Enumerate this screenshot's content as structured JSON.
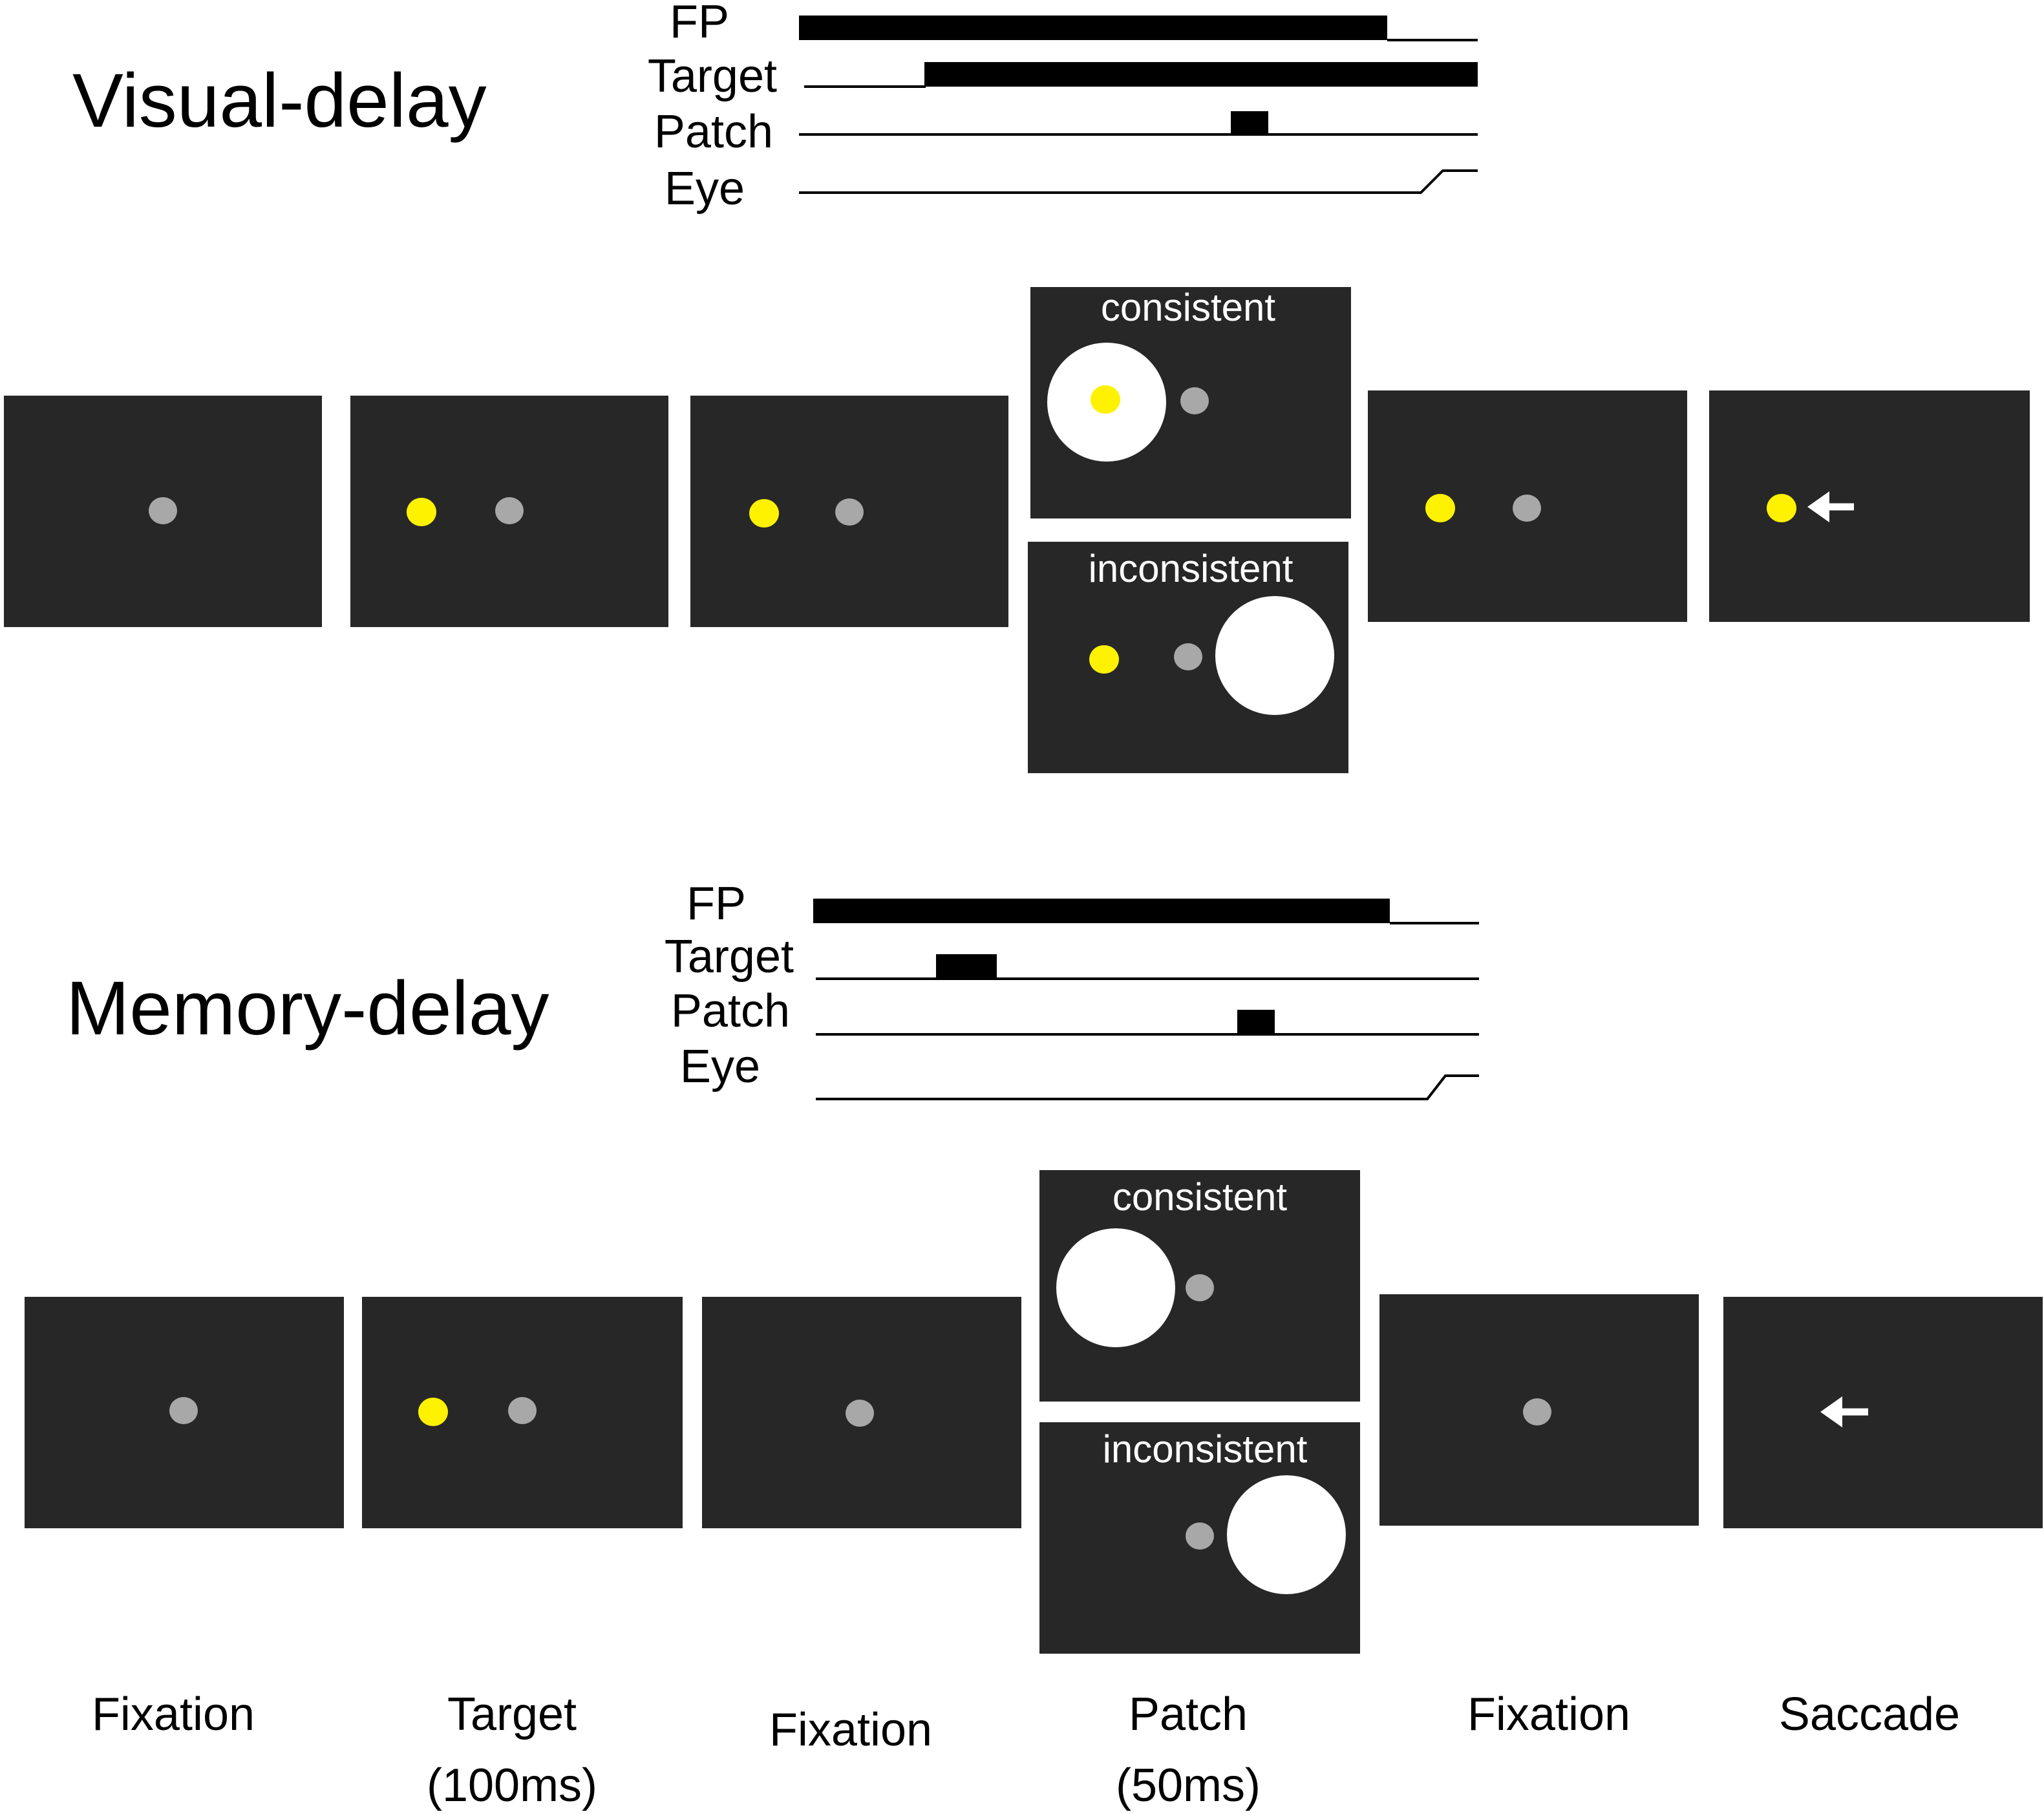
{
  "colors": {
    "background": "#ffffff",
    "screen": "#272727",
    "fixation_point": "#a8a8a8",
    "target": "#fff200",
    "patch": "#ffffff",
    "arrow": "#ffffff",
    "timeline": "#000000"
  },
  "visual_delay": {
    "title": "Visual-delay",
    "timeline": {
      "fp_label": "FP",
      "target_label": "Target",
      "patch_label": "Patch",
      "eye_label": "Eye"
    },
    "patch_panels": {
      "consistent_label": "consistent",
      "inconsistent_label": "inconsistent"
    }
  },
  "memory_delay": {
    "title": "Memory-delay",
    "timeline": {
      "fp_label": "FP",
      "target_label": "Target",
      "patch_label": "Patch",
      "eye_label": "Eye"
    },
    "patch_panels": {
      "consistent_label": "consistent",
      "inconsistent_label": "inconsistent"
    }
  },
  "phases": {
    "fixation_1": "Fixation",
    "target_line1": "Target",
    "target_line2": "(100ms)",
    "fixation_2": "Fixation",
    "patch_line1": "Patch",
    "patch_line2": "(50ms)",
    "fixation_3": "Fixation",
    "saccade": "Saccade"
  }
}
